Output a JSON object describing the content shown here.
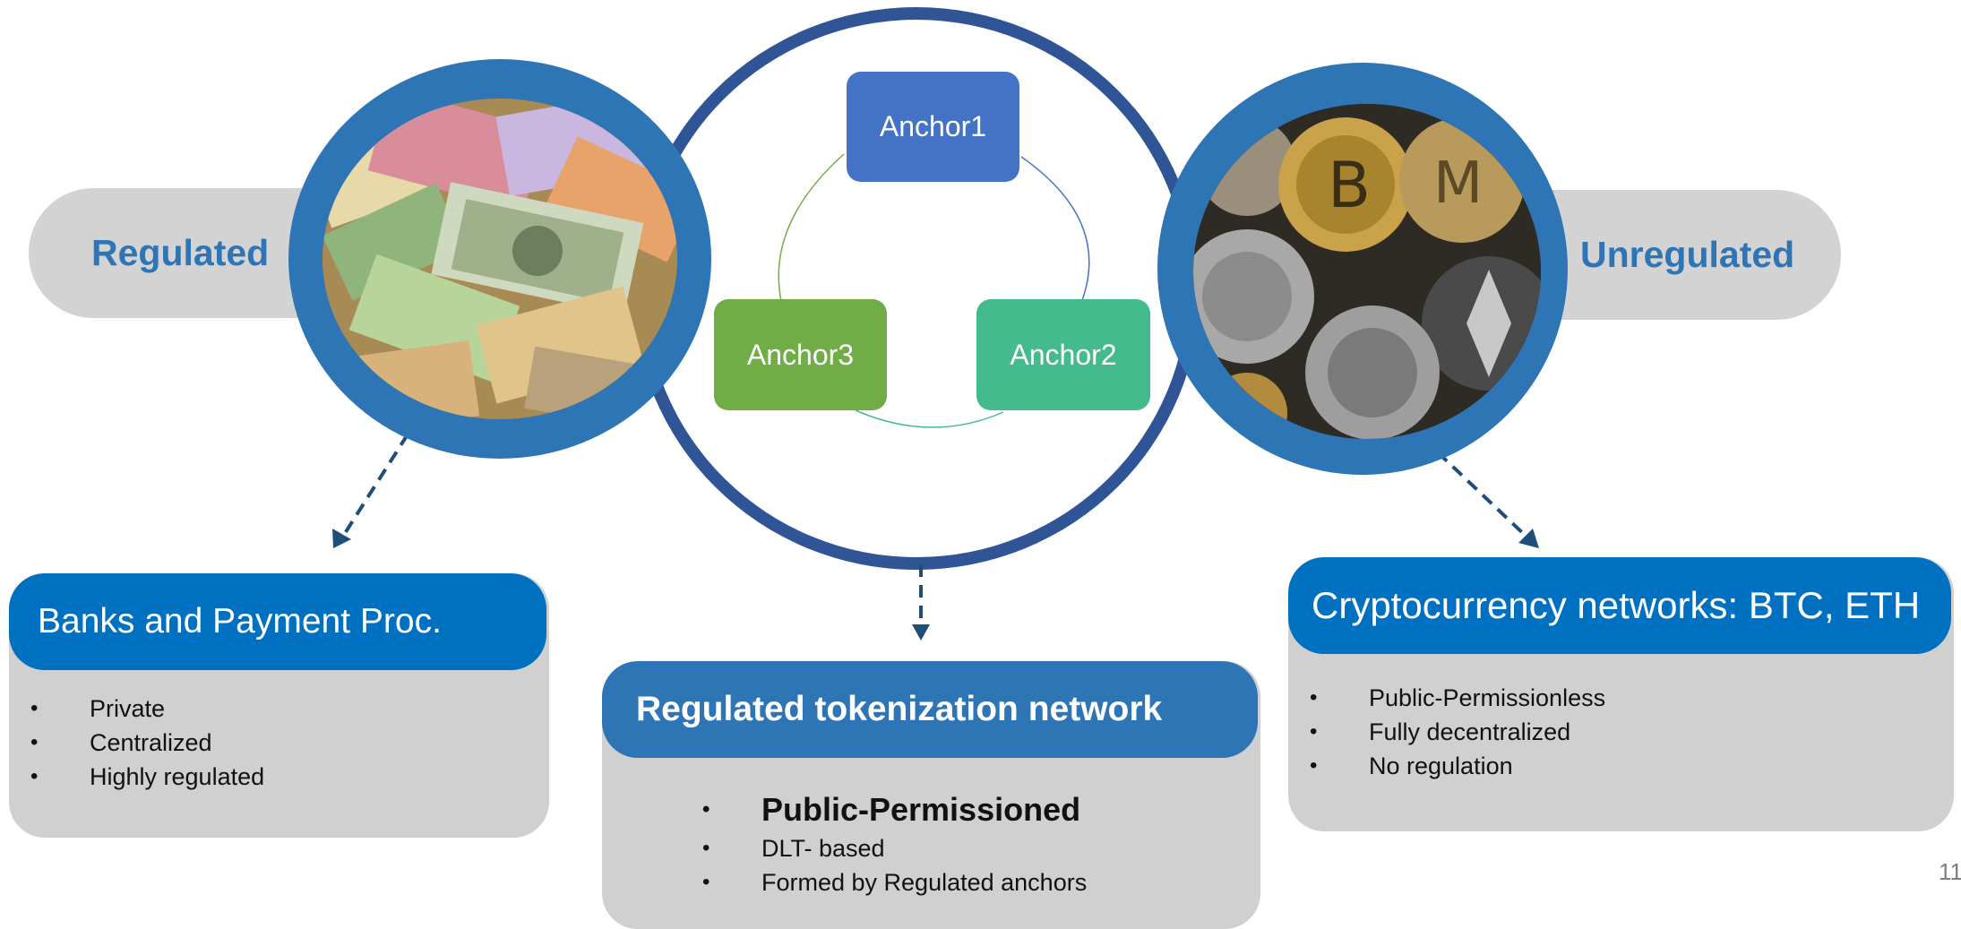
{
  "left_label": "Regulated",
  "right_label": "Unregulated",
  "anchors": {
    "a1": "Anchor1",
    "a2": "Anchor2",
    "a3": "Anchor3"
  },
  "boxes": {
    "banks": {
      "title": "Banks and Payment Proc.",
      "items": [
        "Private",
        "Centralized",
        "Highly regulated"
      ]
    },
    "regulated": {
      "title": "Regulated tokenization network",
      "items": [
        "Public-Permissioned",
        "DLT- based",
        "Formed by Regulated anchors"
      ]
    },
    "crypto": {
      "title": "Cryptocurrency networks: BTC, ETH",
      "items": [
        "Public-Permissionless",
        "Fully decentralized",
        "No regulation"
      ]
    }
  },
  "page_number": "11",
  "colors": {
    "blue_dark": "#2f5597",
    "blue": "#2e75b6",
    "header_blue": "#0070c0",
    "anchor1": "#4472c4",
    "anchor2": "#43bb8d",
    "anchor3": "#70ad47",
    "grey": "#d3d3d3"
  }
}
